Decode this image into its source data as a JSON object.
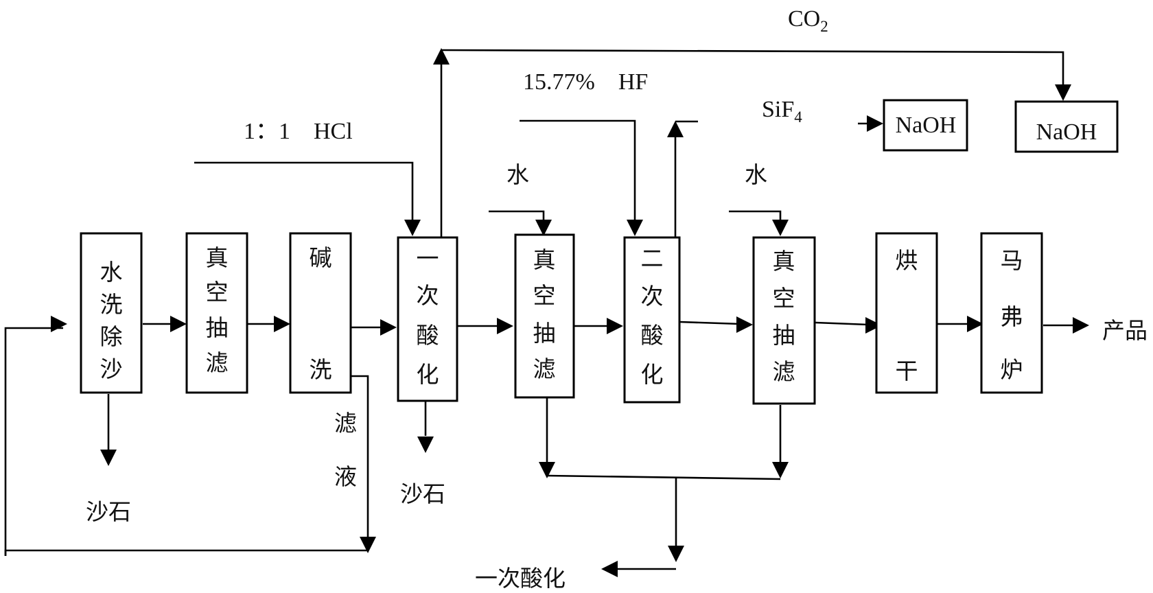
{
  "stages": [
    {
      "id": "wash",
      "label": [
        "水",
        "洗",
        "除",
        "沙"
      ]
    },
    {
      "id": "vacuum1",
      "label": [
        "真",
        "空",
        "抽",
        "滤"
      ]
    },
    {
      "id": "alkali",
      "label": [
        "碱",
        "洗"
      ]
    },
    {
      "id": "acid1",
      "label": [
        "一",
        "次",
        "酸",
        "化"
      ]
    },
    {
      "id": "vacuum2",
      "label": [
        "真",
        "空",
        "抽",
        "滤"
      ]
    },
    {
      "id": "acid2",
      "label": [
        "二",
        "次",
        "酸",
        "化"
      ]
    },
    {
      "id": "vacuum3",
      "label": [
        "真",
        "空",
        "抽",
        "滤"
      ]
    },
    {
      "id": "dry",
      "label": [
        "烘",
        "干"
      ]
    },
    {
      "id": "furnace",
      "label": [
        "马",
        "弗",
        "炉"
      ]
    }
  ],
  "absorbers": [
    "NaOH",
    "NaOH"
  ],
  "inputs": {
    "hcl": "1：1　HCl",
    "hf": "15.77%　HF",
    "water_1": "水",
    "water_2": "水"
  },
  "gases": {
    "co2": {
      "base": "CO",
      "sub": "2"
    },
    "sif4": {
      "base": "SiF",
      "sub": "4"
    }
  },
  "outputs": {
    "product": "产品",
    "sand_1": "沙石",
    "sand_2": "沙石",
    "filtrate": [
      "滤",
      "液"
    ],
    "recycle_target": "一次酸化"
  }
}
